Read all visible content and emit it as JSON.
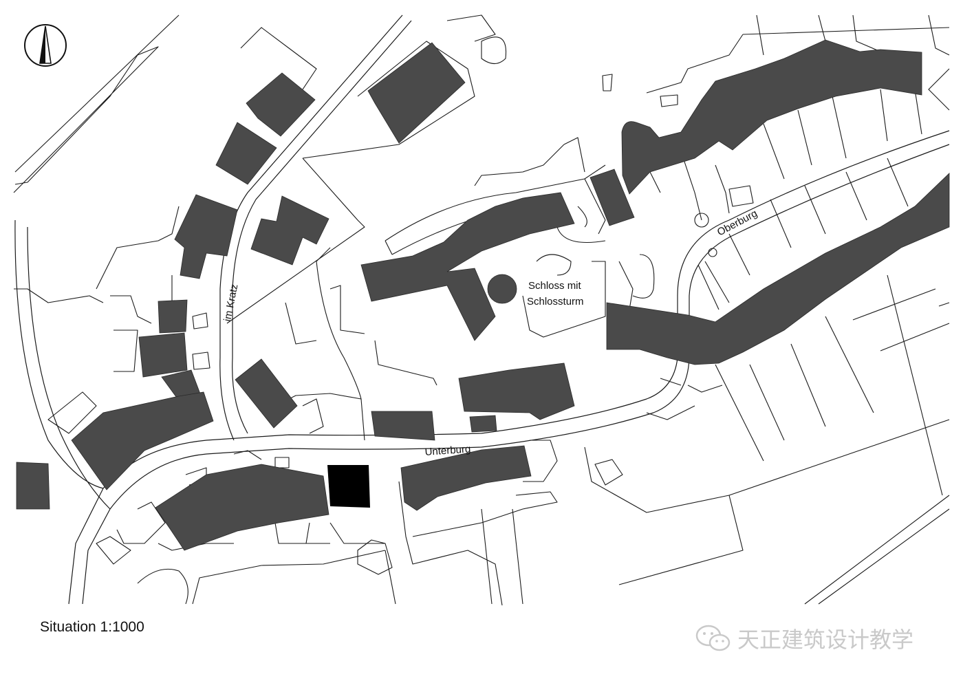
{
  "map": {
    "streets": [
      {
        "id": "im-kratz",
        "label": "im Kratz"
      },
      {
        "id": "oberburg",
        "label": "Oberburg"
      },
      {
        "id": "unterburg",
        "label": "Unterburg"
      }
    ],
    "landmark": {
      "line1": "Schloss mit",
      "line2": "Schlossturm"
    },
    "north_arrow": {
      "icon": "north-arrow-icon"
    },
    "colors": {
      "building": "#4a4a4a",
      "highlight": "#000000",
      "line": "#1a1a1a"
    }
  },
  "caption": "Situation 1:1000",
  "watermark": {
    "text": "天正建筑设计教学",
    "icon": "wechat-icon"
  }
}
